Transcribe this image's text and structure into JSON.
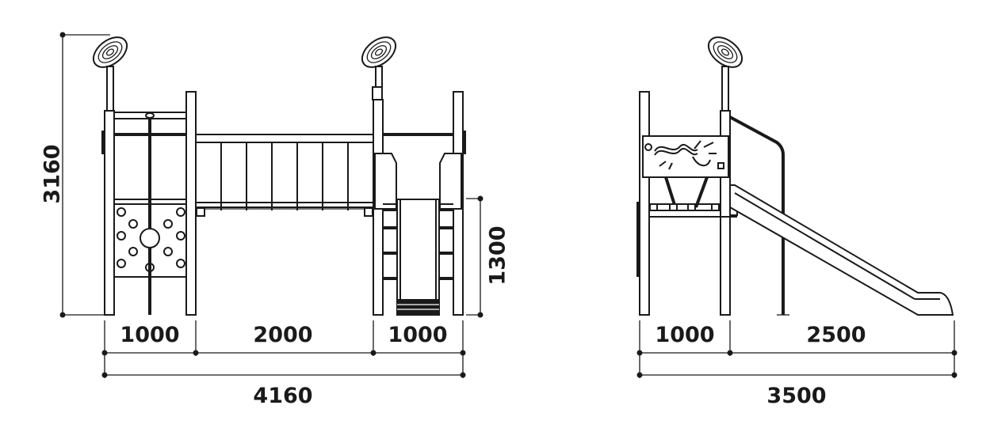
{
  "dimensions": {
    "total_height": "3160",
    "platform_height": "1300",
    "front_tower_1": "1000",
    "front_bridge": "2000",
    "front_tower_2": "1000",
    "front_total": "4160",
    "side_tower": "1000",
    "side_slide": "2500",
    "side_total": "3500"
  },
  "colors": {
    "line": "#1a1a1a",
    "background": "#ffffff"
  }
}
